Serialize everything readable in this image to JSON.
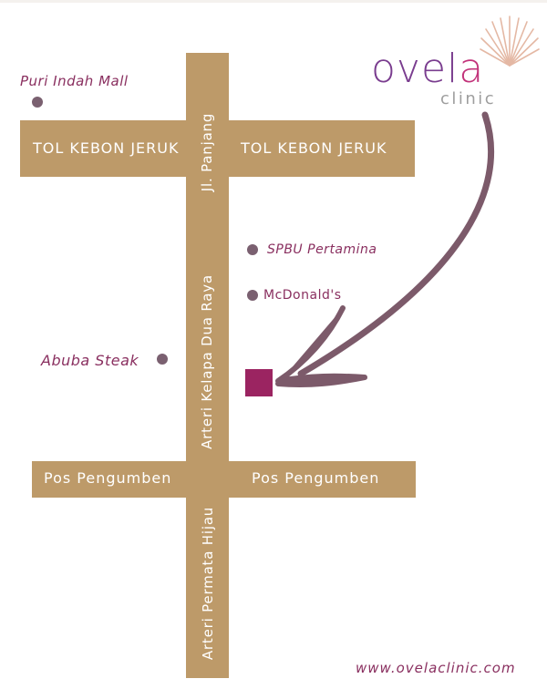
{
  "roads": {
    "tol_left": "TOL KEBON JERUK",
    "tol_right": "TOL KEBON JERUK",
    "pos_left": "Pos Pengumben",
    "pos_right": "Pos Pengumben",
    "jl_panjang": "Jl. Panjang",
    "kelapa_dua": "Arteri Kelapa Dua Raya",
    "permata_hijau": "Arteri Permata Hijau"
  },
  "landmarks": {
    "puri": "Puri Indah Mall",
    "spbu": "SPBU Pertamina",
    "mcd": "McDonald's",
    "abuba": "Abuba Steak"
  },
  "logo": {
    "word_ovel": "ovel",
    "word_a": "a",
    "sub": "clinic"
  },
  "footer": {
    "website": "www.ovelaclinic.com"
  },
  "colors": {
    "road": "#bd9a69",
    "poi_dot": "#7a6070",
    "poi_text": "#8a3060",
    "destination": "#9b2461",
    "arrow": "#7c5a6a",
    "logo_purple": "#7a3d8f",
    "logo_magenta": "#c2337a",
    "sunburst": "#e4b8a4"
  },
  "icons": {
    "destination_marker": "square-marker-icon",
    "arrow": "curved-arrow-icon",
    "logo_mark": "sunburst-icon"
  }
}
